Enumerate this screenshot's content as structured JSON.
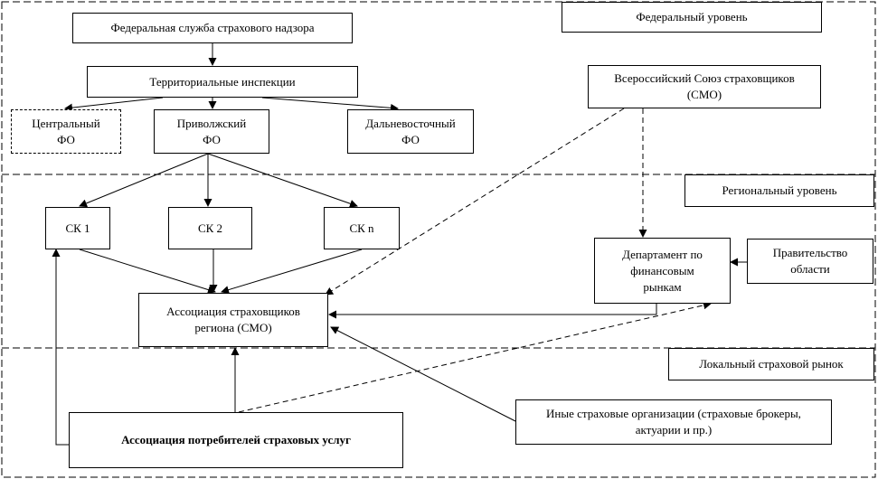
{
  "levels": {
    "federal": "Федеральный уровень",
    "regional": "Региональный уровень",
    "local": "Локальный страховой рынок"
  },
  "nodes": {
    "fssn": "Федеральная служба страхового надзора",
    "territorial": "Территориальные инспекции",
    "central_fo": "Центральный\nФО",
    "volga_fo": "Приволжский\nФО",
    "fareast_fo": "Дальневосточный\nФО",
    "all_russian_union": "Всероссийский Союз страховщиков\n(СМО)",
    "sk1": "СК 1",
    "sk2": "СК 2",
    "skn": "СК n",
    "department": "Департамент по\nфинансовым\nрынкам",
    "government": "Правительство\nобласти",
    "regional_association": "Ассоциация страховщиков\nрегиона (СМО)",
    "other_orgs": "Иные страховые организации (страховые брокеры,\nактуарии и пр.)",
    "consumers_association": "Ассоциация потребителей  страховых услуг"
  }
}
